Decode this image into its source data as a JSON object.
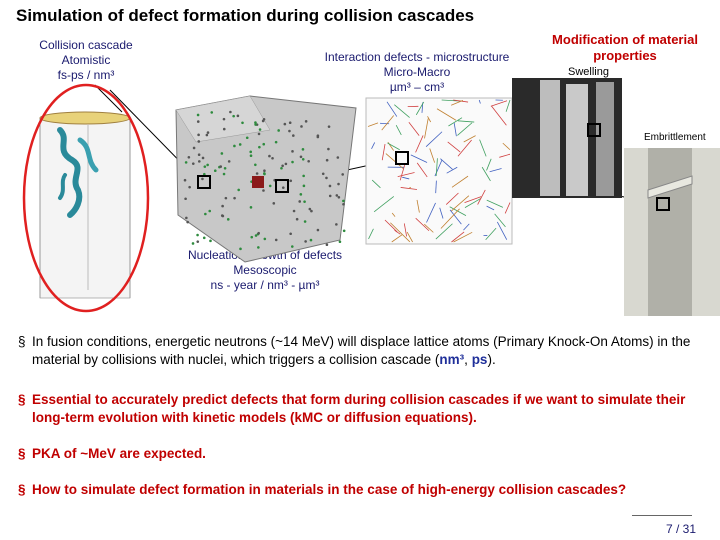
{
  "title": "Simulation of defect formation during collision cascades",
  "labels": {
    "cascade": [
      "Collision cascade",
      "Atomistic",
      "fs-ps / nm³"
    ],
    "interaction": [
      "Interaction defects - microstructure",
      "Micro-Macro",
      "µm³ – cm³"
    ],
    "modification": [
      "Modification of material",
      "properties"
    ],
    "swelling": "Swelling",
    "embrittlement": "Embrittlement",
    "nucleation": [
      "Nucleation/Growth of defects",
      "Mesoscopic",
      "ns - year / nm³ - µm³"
    ]
  },
  "bullets": [
    {
      "pre": "In fusion conditions, energetic neutrons (~14 MeV) will displace lattice atoms (Primary Knock-On Atoms) in the material by collisions with nuclei, which triggers a collision cascade (",
      "h1": "nm³",
      "mid": ", ",
      "h2": "ps",
      "post": ")."
    },
    {
      "text": "Essential to accurately predict defects that form during collision cascades if we want to simulate their long-term evolution with kinetic models (kMC or diffusion equations)."
    },
    {
      "text": "PKA of ~MeV are expected."
    },
    {
      "text": "How to simulate defect formation in materials in the case of high-energy collision cascades?"
    }
  ],
  "bullet_mark": "§",
  "page": "7 / 31",
  "colors": {
    "red_ellipse": "#e02020",
    "title_red": "#c00000",
    "blue_text": "#1f2f9a"
  }
}
